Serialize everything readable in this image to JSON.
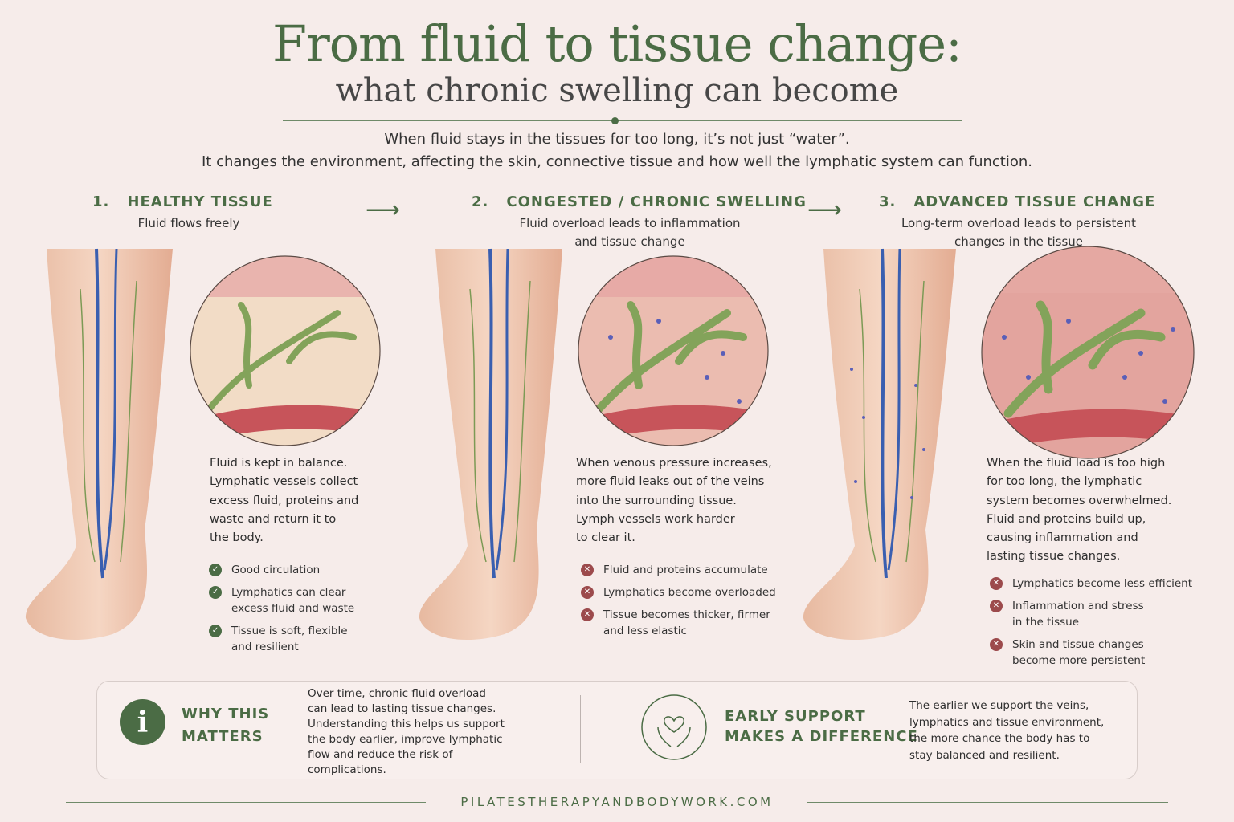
{
  "header": {
    "title": "From fluid to tissue change:",
    "subtitle": "what chronic swelling can become",
    "intro_line1": "When fluid stays in the tissues for too long, it’s not just “water”.",
    "intro_line2": "It changes the environment, affecting the skin, connective tissue and how well the lymphatic system can function."
  },
  "arrow": "⟶",
  "stages": [
    {
      "number": "1.",
      "title": "HEALTHY TISSUE",
      "subtitle": "Fluid flows freely",
      "description": [
        "Fluid is kept in balance.",
        "Lymphatic vessels collect",
        "excess fluid, proteins and",
        "waste and return it to",
        "the body."
      ],
      "bullets": [
        {
          "icon": "check-icon",
          "lines": [
            "Good circulation"
          ]
        },
        {
          "icon": "check-icon",
          "lines": [
            "Lymphatics can clear",
            "excess fluid and waste"
          ]
        },
        {
          "icon": "check-icon",
          "lines": [
            "Tissue is soft, flexible",
            "and resilient"
          ]
        }
      ]
    },
    {
      "number": "2.",
      "title": "CONGESTED / CHRONIC SWELLING",
      "subtitle": [
        "Fluid overload leads to inflammation",
        "and tissue change"
      ],
      "description": [
        "When venous pressure increases,",
        "more fluid leaks out of the veins",
        "into the surrounding tissue.",
        "Lymph vessels work harder",
        "to clear it."
      ],
      "bullets": [
        {
          "icon": "x-icon",
          "lines": [
            "Fluid and proteins accumulate"
          ]
        },
        {
          "icon": "x-icon",
          "lines": [
            "Lymphatics become overloaded"
          ]
        },
        {
          "icon": "x-icon",
          "lines": [
            "Tissue becomes thicker, firmer",
            "and less elastic"
          ]
        }
      ]
    },
    {
      "number": "3.",
      "title": "ADVANCED TISSUE CHANGE",
      "subtitle": [
        "Long-term overload leads to persistent",
        "changes in the tissue"
      ],
      "description": [
        "When the fluid load is too high",
        "for too long, the lymphatic",
        "system becomes overwhelmed.",
        "Fluid and proteins build up,",
        "causing inflammation and",
        "lasting tissue changes."
      ],
      "bullets": [
        {
          "icon": "x-icon",
          "lines": [
            "Lymphatics become less efficient"
          ]
        },
        {
          "icon": "x-icon",
          "lines": [
            "Inflammation and stress",
            "in the tissue"
          ]
        },
        {
          "icon": "x-icon",
          "lines": [
            "Skin and tissue changes",
            "become more persistent"
          ]
        }
      ]
    }
  ],
  "bottom": {
    "why": {
      "icon_text": "i",
      "title": [
        "WHY THIS",
        "MATTERS"
      ],
      "text": [
        "Over time, chronic fluid overload",
        "can lead to lasting tissue changes.",
        "Understanding this helps us support",
        "the body earlier, improve lymphatic",
        "flow and reduce the risk of",
        "complications."
      ]
    },
    "early": {
      "title": [
        "EARLY SUPPORT",
        "MAKES A DIFFERENCE"
      ],
      "text": [
        "The earlier we support the veins,",
        "lymphatics and tissue environment,",
        "the more chance the body has to",
        "stay balanced and resilient."
      ]
    }
  },
  "glyphs": {
    "check": "✓",
    "x": "✕"
  },
  "footer": "PILATESTHERAPYANDBODYWORK.COM",
  "colors": {
    "accent": "#4b6c45",
    "warning": "#9c4a4c",
    "background": "#f6ecea",
    "vein": "#3a5fb0"
  }
}
